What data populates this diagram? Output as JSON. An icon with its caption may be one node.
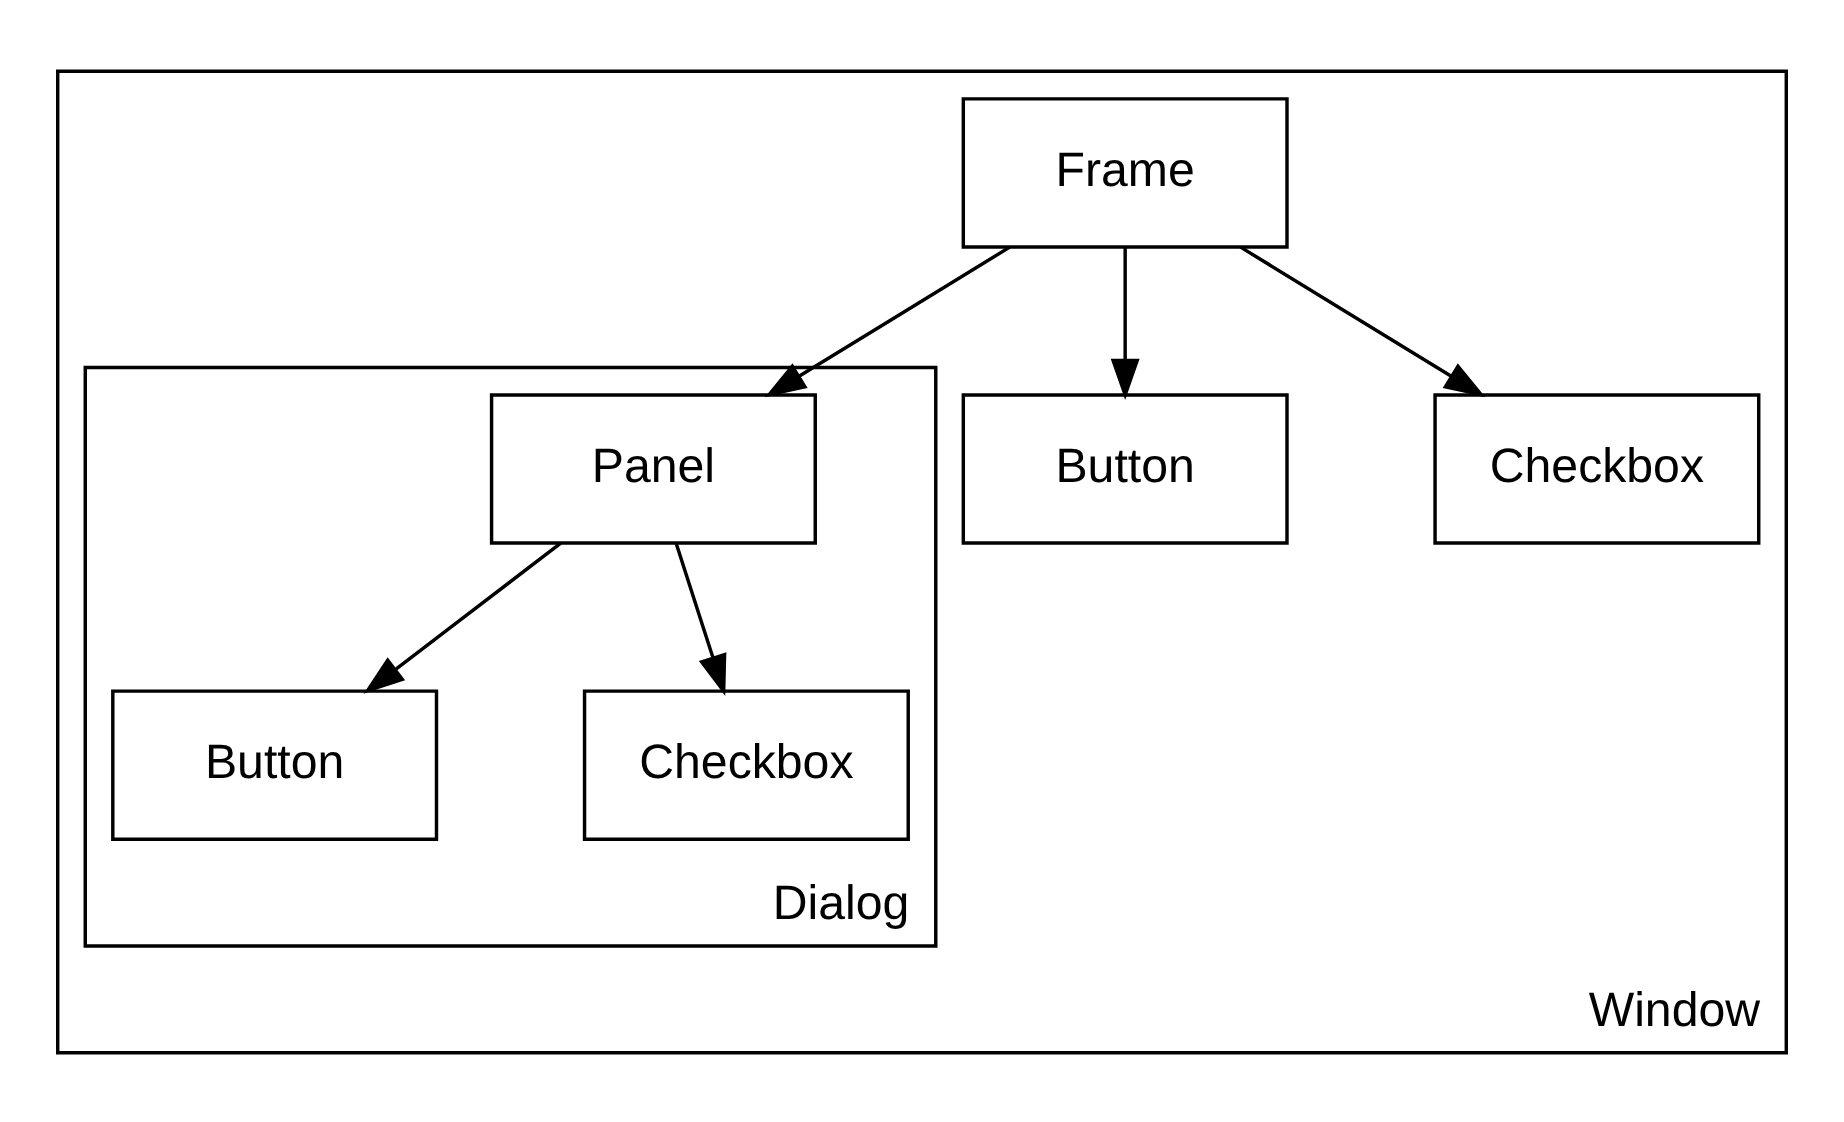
{
  "diagram": {
    "nodes": [
      {
        "text": [
          "Window"
        ]
      },
      {
        "text": [
          "Frame"
        ],
        "in": 0
      },
      {
        "text": [
          "Dialog"
        ],
        "in": 0
      },
      {
        "text": [
          "Panel"
        ],
        "in": 2
      },
      {
        "text": [
          "Button"
        ],
        "in": 2
      },
      {
        "text": [
          "Checkbox"
        ],
        "in": 2
      },
      {
        "text": [
          "Button"
        ],
        "in": 0
      },
      {
        "text": [
          "Checkbox"
        ],
        "in": 0
      }
    ],
    "edges": [
      {
        "from": 1,
        "to": 3,
        "arrow": "to"
      },
      {
        "from": 1,
        "to": 6,
        "arrow": "to"
      },
      {
        "from": 1,
        "to": 7,
        "arrow": "to"
      },
      {
        "from": 3,
        "to": 4,
        "arrow": "to"
      },
      {
        "from": 3,
        "to": 5,
        "arrow": "to"
      }
    ]
  }
}
